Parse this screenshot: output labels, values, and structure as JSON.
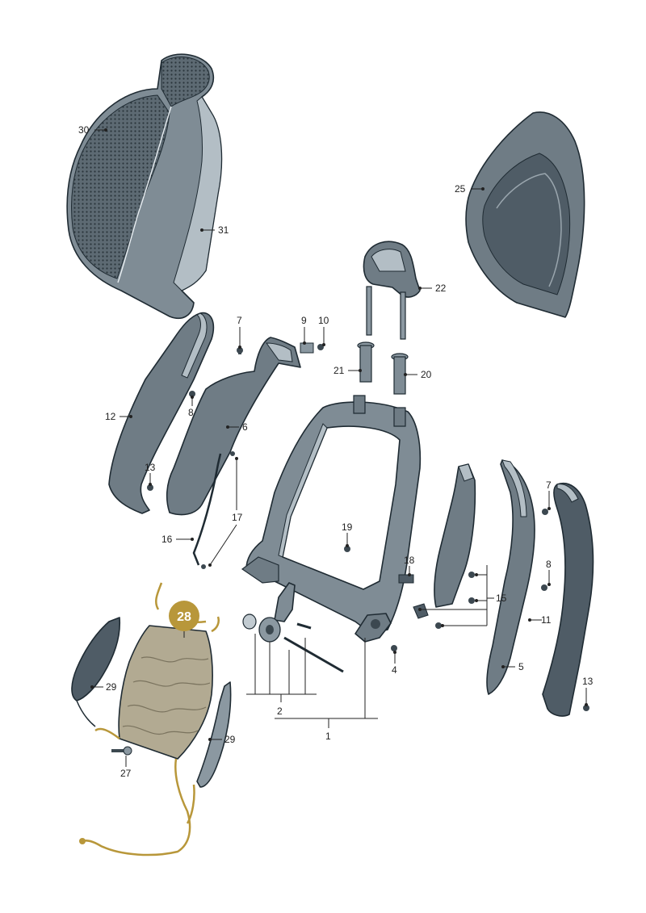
{
  "diagram": {
    "highlighted_part": "28",
    "colors": {
      "part_fill": "#8b98a1",
      "part_dark": "#4f5c66",
      "part_light": "#c2cbd1",
      "outline": "#1f2b33",
      "highlight": "#b8973a",
      "mat_fill": "#b2aa92"
    },
    "labels": {
      "l30": "30",
      "l31": "31",
      "l25": "25",
      "l22": "22",
      "l7a": "7",
      "l9": "9",
      "l10": "10",
      "l21": "21",
      "l20": "20",
      "l12": "12",
      "l8a": "8",
      "l6": "6",
      "l13a": "13",
      "l17": "17",
      "l16": "16",
      "l19": "19",
      "l18": "18",
      "l7b": "7",
      "l8b": "8",
      "l15": "15",
      "l11": "11",
      "l5": "5",
      "l13b": "13",
      "l4": "4",
      "l2": "2",
      "l1": "1",
      "l29a": "29",
      "l29b": "29",
      "l27": "27",
      "l28": "28"
    }
  }
}
